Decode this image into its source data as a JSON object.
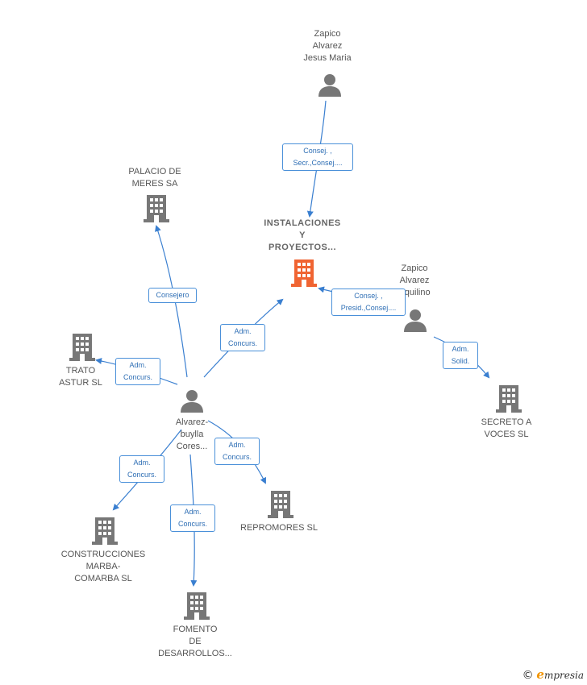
{
  "colors": {
    "edge": "#3a7fd0",
    "icon": "#777777",
    "focus": "#f06432",
    "label": "#555555"
  },
  "nodes": {
    "zapico_jesus": {
      "label_lines": [
        "Zapico",
        "Alvarez",
        "Jesus Maria"
      ],
      "icon": "person-icon"
    },
    "palacio": {
      "label_lines": [
        "PALACIO DE",
        "MERES SA"
      ],
      "icon": "building-icon"
    },
    "instalaciones": {
      "label_lines": [
        "INSTALACIONES",
        "Y",
        "PROYECTOS..."
      ],
      "icon": "building-icon"
    },
    "zapico_aquilino": {
      "label_lines": [
        "Zapico",
        "Alvarez",
        "Aquilino"
      ],
      "icon": "person-icon"
    },
    "trato": {
      "label_lines": [
        "TRATO",
        "ASTUR SL"
      ],
      "icon": "building-icon"
    },
    "alvarez": {
      "label_lines": [
        "Alvarez-",
        "buylla",
        "Cores..."
      ],
      "icon": "person-icon"
    },
    "secreto": {
      "label_lines": [
        "SECRETO A",
        "VOCES SL"
      ],
      "icon": "building-icon"
    },
    "repromores": {
      "label_lines": [
        "REPROMORES SL"
      ],
      "icon": "building-icon"
    },
    "construcciones": {
      "label_lines": [
        "CONSTRUCCIONES",
        "MARBA-",
        "COMARBA SL"
      ],
      "icon": "building-icon"
    },
    "fomento": {
      "label_lines": [
        "FOMENTO",
        "DE",
        "DESARROLLOS..."
      ],
      "icon": "building-icon"
    }
  },
  "edges": {
    "e1": {
      "lines": [
        "Consej. ,",
        "Secr.,Consej...."
      ]
    },
    "e2": {
      "lines": [
        "Consejero"
      ]
    },
    "e3": {
      "lines": [
        "Adm.",
        "Concurs."
      ]
    },
    "e4": {
      "lines": [
        "Consej. ,",
        "Presid.,Consej...."
      ]
    },
    "e5": {
      "lines": [
        "Adm.",
        "Concurs."
      ]
    },
    "e6": {
      "lines": [
        "Adm.",
        "Solid."
      ]
    },
    "e7": {
      "lines": [
        "Adm.",
        "Concurs."
      ]
    },
    "e8": {
      "lines": [
        "Adm.",
        "Concurs."
      ]
    },
    "e9": {
      "lines": [
        "Adm.",
        "Concurs."
      ]
    }
  },
  "brand": {
    "copyright": "©",
    "e": "e",
    "rest": "mpresia"
  }
}
